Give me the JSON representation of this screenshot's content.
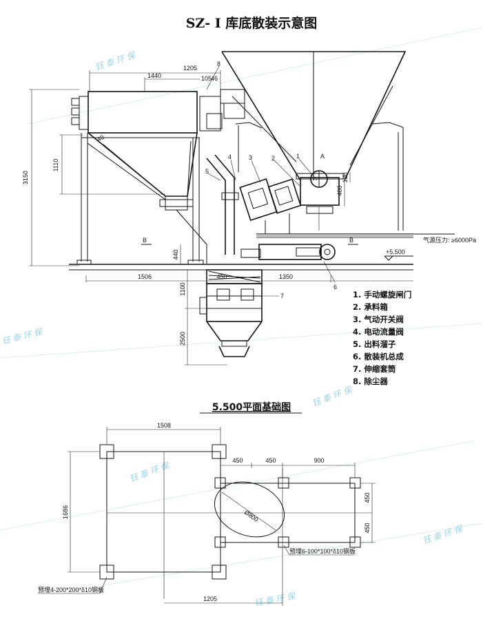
{
  "title": "SZ- I 库底散装示意图",
  "plan_title": "5.500平面基础图",
  "legend": [
    "1. 手动螺旋闸门",
    "2. 承料箱",
    "3. 气动开关阀",
    "4. 电动流量阀",
    "5. 出料溜子",
    "6. 散装机总成",
    "7. 伸缩套筒",
    "8. 除尘器"
  ],
  "elevation": {
    "dims": {
      "w1205": "1205",
      "w1440": "1440",
      "w105": "105",
      "w46": "46",
      "h3150": "3150",
      "h1110": "1110",
      "h40": "40",
      "w1506": "1506",
      "w1350": "1350",
      "w450": "450",
      "h1100": "1100",
      "h2500": "2500",
      "h400": "400",
      "h120": "120",
      "h440": "440"
    },
    "callouts": [
      "1",
      "2",
      "3",
      "4",
      "5",
      "6",
      "7",
      "8",
      "A"
    ],
    "section_mark": "B",
    "level": "+5.500",
    "air_label": "气源压力: ≥6000Pa"
  },
  "plan": {
    "dims": {
      "w1508": "1508",
      "h1686": "1686",
      "w1205": "1205",
      "w450a": "450",
      "w450b": "450",
      "w900": "900",
      "h450a": "450",
      "h450b": "450",
      "dia": "Ø800"
    },
    "embed_left": "预埋4-200*200*δ10钢板",
    "embed_right": "预埋6-100*100*δ10钢板"
  },
  "watermark": "钰 泰 环 保"
}
